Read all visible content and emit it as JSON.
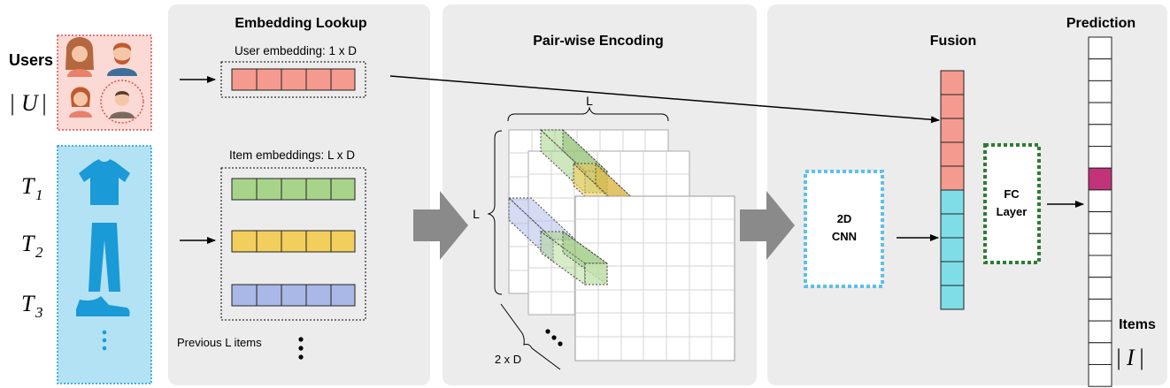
{
  "inputs": {
    "users_label": "Users",
    "users_symbol": "U",
    "items": [
      {
        "letter": "T",
        "sub": "1"
      },
      {
        "letter": "T",
        "sub": "2"
      },
      {
        "letter": "T",
        "sub": "3"
      }
    ]
  },
  "lookup": {
    "title": "Embedding Lookup",
    "user_label": "User embedding: 1 x D",
    "item_label": "Item embeddings: L x D",
    "previous_label": "Previous L items"
  },
  "encoding": {
    "title": "Pair-wise Encoding",
    "top_label": "L",
    "left_label": "L",
    "depth_label": "2 x D"
  },
  "fusion": {
    "title": "Fusion",
    "cnn_line1": "2D",
    "cnn_line2": "CNN",
    "fc_line1": "FC",
    "fc_line2": "Layer"
  },
  "prediction": {
    "title": "Prediction",
    "items_label": "Items",
    "items_symbol": "I",
    "cell_count": 16,
    "highlight_index": 6
  },
  "colors": {
    "panel": "#ececec",
    "user_red": "#f59a8f",
    "item_green": "#a8d48a",
    "item_yellow": "#f2cf5c",
    "item_blue": "#a9b8e6",
    "fusion_cyan": "#7fdde8",
    "highlight": "#c2337a",
    "users_bg": "#fbd9d4",
    "items_bg": "#b3e2f5",
    "icon_blue": "#1a9ad6",
    "cnn_border": "#5cc0ea",
    "fc_border": "#2e7d32"
  }
}
